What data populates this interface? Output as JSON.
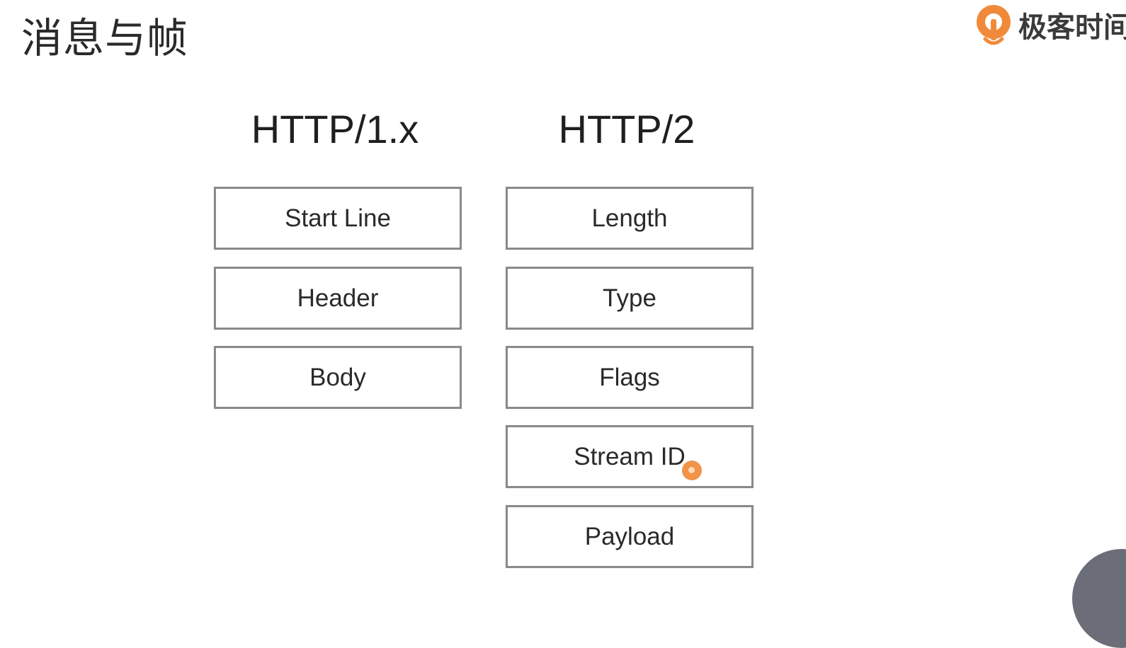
{
  "slide": {
    "title": "消息与帧"
  },
  "brand": {
    "name": "极客时间",
    "accent_color": "#f08a3a",
    "icon": "geektime-logo-icon"
  },
  "columns": [
    {
      "heading": "HTTP/1.x",
      "boxes": [
        "Start Line",
        "Header",
        "Body"
      ]
    },
    {
      "heading": "HTTP/2",
      "boxes": [
        "Length",
        "Type",
        "Flags",
        "Stream ID",
        "Payload"
      ]
    }
  ]
}
